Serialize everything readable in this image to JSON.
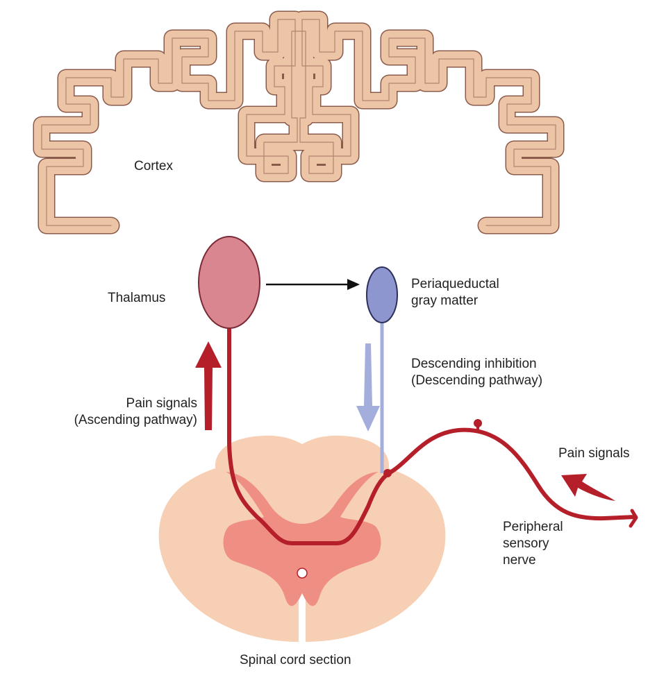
{
  "colors": {
    "cortex_fill": "#ecc4a6",
    "cortex_stroke": "#8a5a4a",
    "thalamus_fill": "#d98690",
    "pag_fill": "#8e96cf",
    "pain_pathway": "#b51f2a",
    "inhibition_pathway": "#a3aedd",
    "cord_fill": "#f7cfb4",
    "gray_matter": "#ef8e83",
    "arrow_black": "#111111"
  },
  "icons": {
    "ascending": "arrow-up-icon",
    "descending": "arrow-down-icon",
    "incoming_pain": "arrow-left-icon",
    "relay": "arrow-right-icon"
  },
  "labels": {
    "cortex": "Cortex",
    "thalamus": "Thalamus",
    "pag_line1": "Periaqueductal",
    "pag_line2": "gray matter",
    "descending_line1": "Descending inhibition",
    "descending_line2": "(Descending pathway)",
    "ascending_line1": "Pain signals",
    "ascending_line2": "(Ascending pathway)",
    "incoming": "Pain signals",
    "nerve_line1": "Peripheral",
    "nerve_line2": "sensory",
    "nerve_line3": "nerve",
    "spinal": "Spinal cord section"
  }
}
